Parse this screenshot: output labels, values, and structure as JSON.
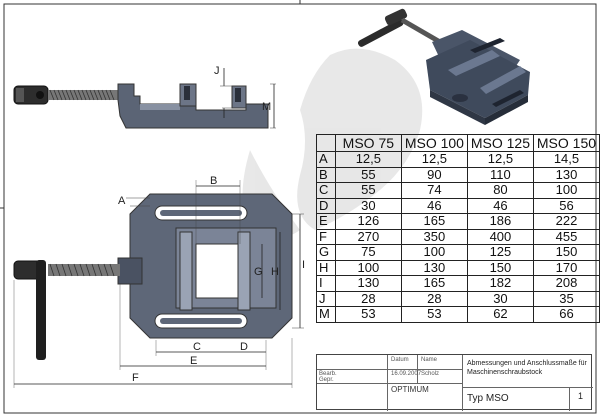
{
  "drawing": {
    "dimension_letters": {
      "A": "A",
      "B": "B",
      "C": "C",
      "D": "D",
      "E": "E",
      "F": "F",
      "G": "G",
      "H": "H",
      "I": "I",
      "J": "J",
      "M": "M"
    }
  },
  "table": {
    "headers": [
      "MSO 75",
      "MSO 100",
      "MSO 125",
      "MSO 150"
    ],
    "rows": [
      {
        "label": "A",
        "values": [
          "12,5",
          "12,5",
          "12,5",
          "14,5"
        ]
      },
      {
        "label": "B",
        "values": [
          "55",
          "90",
          "110",
          "130"
        ]
      },
      {
        "label": "C",
        "values": [
          "55",
          "74",
          "80",
          "100"
        ]
      },
      {
        "label": "D",
        "values": [
          "30",
          "46",
          "46",
          "56"
        ]
      },
      {
        "label": "E",
        "values": [
          "126",
          "165",
          "186",
          "222"
        ]
      },
      {
        "label": "F",
        "values": [
          "270",
          "350",
          "400",
          "455"
        ]
      },
      {
        "label": "G",
        "values": [
          "75",
          "100",
          "125",
          "150"
        ]
      },
      {
        "label": "H",
        "values": [
          "100",
          "130",
          "150",
          "170"
        ]
      },
      {
        "label": "I",
        "values": [
          "130",
          "165",
          "182",
          "208"
        ]
      },
      {
        "label": "J",
        "values": [
          "28",
          "28",
          "30",
          "35"
        ]
      },
      {
        "label": "M",
        "values": [
          "53",
          "53",
          "62",
          "66"
        ]
      }
    ]
  },
  "title_block": {
    "description": "Abmessungen und Anschlussmaße für Maschinenschraubstock",
    "type": "Typ MSO",
    "sheet": "1",
    "brand": "OPTIMUM",
    "datum_label": "Datum",
    "name_label": "Name",
    "date_value": "16.09.2007",
    "author_value": "Scholz",
    "bearb_label": "Bearb.",
    "gepr_label": "Gepr."
  }
}
